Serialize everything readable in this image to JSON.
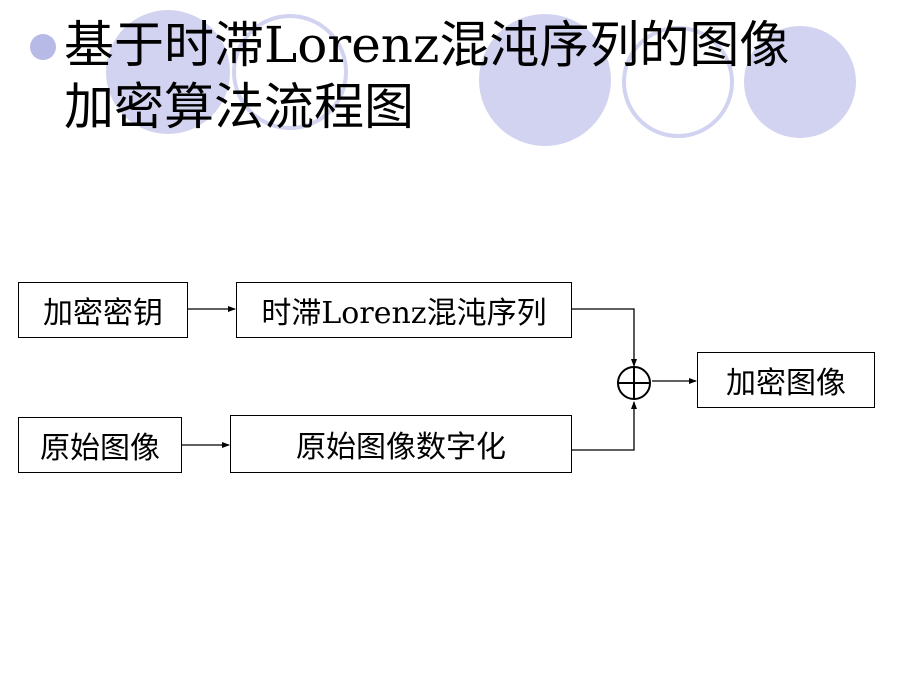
{
  "slide": {
    "title_line1": "基于时滞Lorenz混沌序列的图像",
    "title_line2": "加密算法流程图",
    "bullet_color": "#b7b9e6",
    "decor_circle_color": "#d2d3f0"
  },
  "diagram": {
    "nodes": {
      "key": "加密密钥",
      "sequence": "时滞Lorenz混沌序列",
      "original": "原始图像",
      "digitize": "原始图像数字化",
      "encrypted": "加密图像"
    },
    "operator": "xor",
    "edges": [
      [
        "key",
        "sequence"
      ],
      [
        "sequence",
        "xor"
      ],
      [
        "original",
        "digitize"
      ],
      [
        "digitize",
        "xor"
      ],
      [
        "xor",
        "encrypted"
      ]
    ]
  }
}
